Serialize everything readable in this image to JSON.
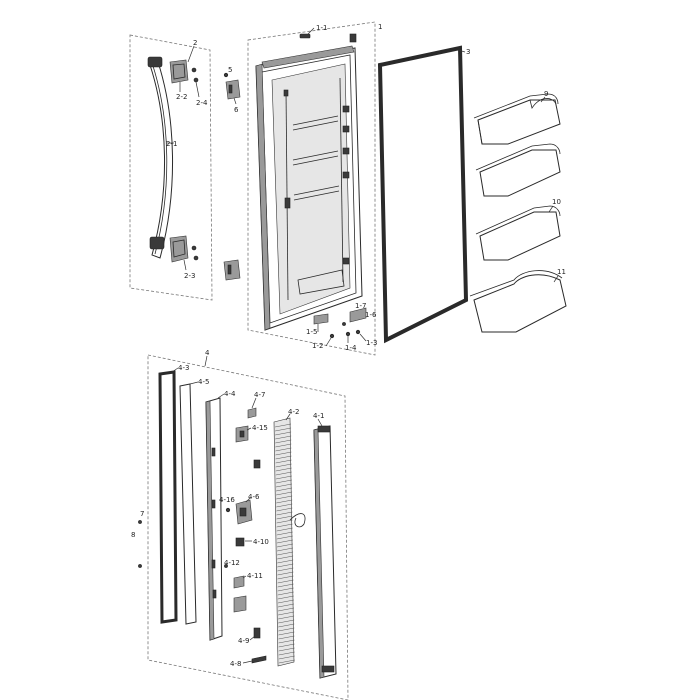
{
  "parts": {
    "p1": "1",
    "p1_1": "1-1",
    "p1_2": "1-2",
    "p1_3": "1-3",
    "p1_4": "1-4",
    "p1_5": "1-5",
    "p1_6": "1-6",
    "p1_7": "1-7",
    "p2": "2",
    "p2_1": "2-1",
    "p2_2": "2-2",
    "p2_3": "2-3",
    "p2_4": "2-4",
    "p3": "3",
    "p4": "4",
    "p4_1": "4-1",
    "p4_2": "4-2",
    "p4_3": "4-3",
    "p4_4": "4-4",
    "p4_5": "4-5",
    "p4_6": "4-6",
    "p4_7": "4-7",
    "p4_8": "4-8",
    "p4_9": "4-9",
    "p4_10": "4-10",
    "p4_11": "4-11",
    "p4_12": "4-12",
    "p4_15": "4-15",
    "p4_16": "4-16",
    "p5": "5",
    "p6": "6",
    "p7": "7",
    "p8": "8",
    "p9": "9",
    "p10": "10",
    "p11": "11"
  }
}
